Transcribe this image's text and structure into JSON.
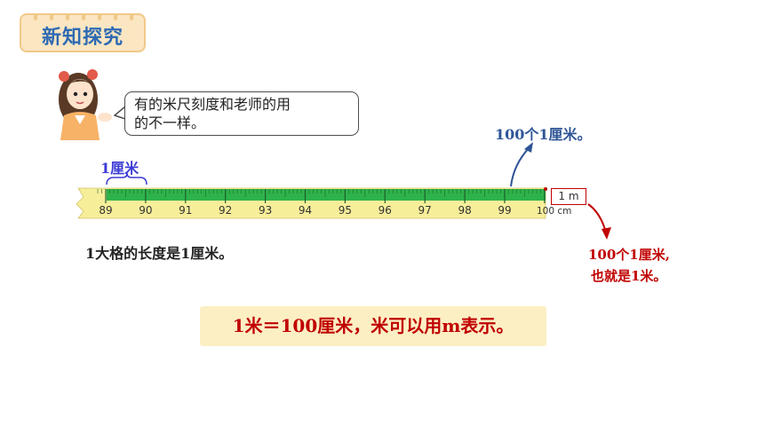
{
  "section_badge": {
    "title": "新知探究"
  },
  "speech_bubble": {
    "line1": "有的米尺刻度和老师的用",
    "line2": "的不一样。"
  },
  "ruler": {
    "brace_label": "1厘米",
    "tick_labels": [
      "89",
      "90",
      "91",
      "92",
      "93",
      "94",
      "95",
      "96",
      "97",
      "98",
      "99"
    ],
    "end_label": "100 cm",
    "unit_box": "1 m"
  },
  "annotations": {
    "blue_note": "100个1厘米。",
    "red_note_line1": "100个1厘米,",
    "red_note_line2": "也就是1米。",
    "big_unit_note": "1大格的长度是1厘米。"
  },
  "conclusion": "1米＝100厘米，米可以用m表示。",
  "colors": {
    "badge_bg": "#fbe6c2",
    "badge_text": "#2e6ab3",
    "ruler_yellow": "#f7ee9a",
    "ruler_green": "#2eb24a",
    "blue_note": "#2f5597",
    "red_note": "#c00000",
    "conclusion_bg": "#fcefc4"
  },
  "icons": [
    "girl-avatar-icon",
    "curved-arrow-up-icon",
    "curved-arrow-down-icon",
    "brace-icon"
  ]
}
